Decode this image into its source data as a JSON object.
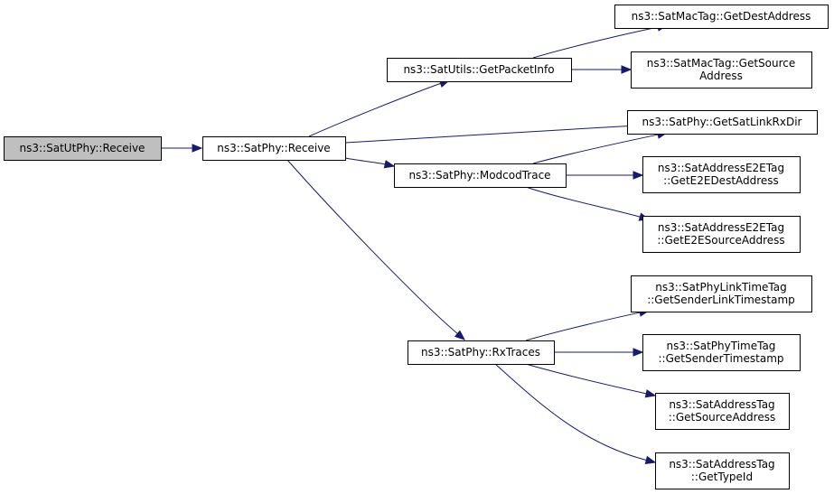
{
  "colors": {
    "root_fill": "#bfbfbf",
    "node_fill": "#ffffff",
    "node_border": "#000000",
    "edge": "#191970"
  },
  "nodes": {
    "utphy_receive": {
      "lines": [
        "ns3::SatUtPhy::Receive"
      ]
    },
    "phy_receive": {
      "lines": [
        "ns3::SatPhy::Receive"
      ]
    },
    "get_packet_info": {
      "lines": [
        "ns3::SatUtils::GetPacketInfo"
      ]
    },
    "modcod_trace": {
      "lines": [
        "ns3::SatPhy::ModcodTrace"
      ]
    },
    "rx_traces": {
      "lines": [
        "ns3::SatPhy::RxTraces"
      ]
    },
    "get_dest_address": {
      "lines": [
        "ns3::SatMacTag::GetDestAddress"
      ]
    },
    "get_source_address": {
      "lines": [
        "ns3::SatMacTag::GetSource",
        "Address"
      ]
    },
    "get_sat_link_rx_dir": {
      "lines": [
        "ns3::SatPhy::GetSatLinkRxDir"
      ]
    },
    "get_e2e_dest": {
      "lines": [
        "ns3::SatAddressE2ETag",
        "::GetE2EDestAddress"
      ]
    },
    "get_e2e_source": {
      "lines": [
        "ns3::SatAddressE2ETag",
        "::GetE2ESourceAddress"
      ]
    },
    "sender_link_ts": {
      "lines": [
        "ns3::SatPhyLinkTimeTag",
        "::GetSenderLinkTimestamp"
      ]
    },
    "sender_ts": {
      "lines": [
        "ns3::SatPhyTimeTag",
        "::GetSenderTimestamp"
      ]
    },
    "addr_source": {
      "lines": [
        "ns3::SatAddressTag",
        "::GetSourceAddress"
      ]
    },
    "addr_typeid": {
      "lines": [
        "ns3::SatAddressTag",
        "::GetTypeId"
      ]
    }
  },
  "edges": [
    {
      "from": "utphy_receive",
      "to": "phy_receive"
    },
    {
      "from": "phy_receive",
      "to": "get_packet_info"
    },
    {
      "from": "phy_receive",
      "to": "get_sat_link_rx_dir"
    },
    {
      "from": "phy_receive",
      "to": "modcod_trace"
    },
    {
      "from": "phy_receive",
      "to": "rx_traces"
    },
    {
      "from": "get_packet_info",
      "to": "get_dest_address"
    },
    {
      "from": "get_packet_info",
      "to": "get_source_address"
    },
    {
      "from": "modcod_trace",
      "to": "get_sat_link_rx_dir"
    },
    {
      "from": "modcod_trace",
      "to": "get_e2e_dest"
    },
    {
      "from": "modcod_trace",
      "to": "get_e2e_source"
    },
    {
      "from": "rx_traces",
      "to": "sender_link_ts"
    },
    {
      "from": "rx_traces",
      "to": "sender_ts"
    },
    {
      "from": "rx_traces",
      "to": "addr_source"
    },
    {
      "from": "rx_traces",
      "to": "addr_typeid"
    }
  ]
}
